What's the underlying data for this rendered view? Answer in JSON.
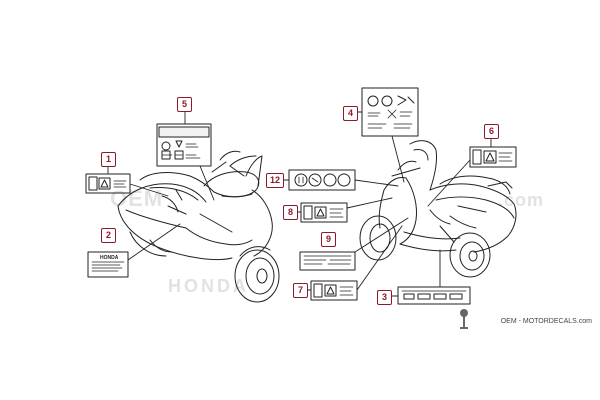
{
  "watermark": {
    "oem_text": "OEM",
    "com_text": ".com",
    "honda_text": "HONDA"
  },
  "callouts": {
    "c1": "1",
    "c2": "2",
    "c3": "3",
    "c4": "4",
    "c5": "5",
    "c6": "6",
    "c7": "7",
    "c8": "8",
    "c9": "9",
    "c12": "12"
  },
  "decal2": {
    "brand": "HONDA"
  },
  "footer": {
    "site": "OEM - MOTORDECALS.com"
  },
  "colors": {
    "callout": "#8b1a2b",
    "line": "#222222",
    "watermark": "#e2e2e2"
  }
}
